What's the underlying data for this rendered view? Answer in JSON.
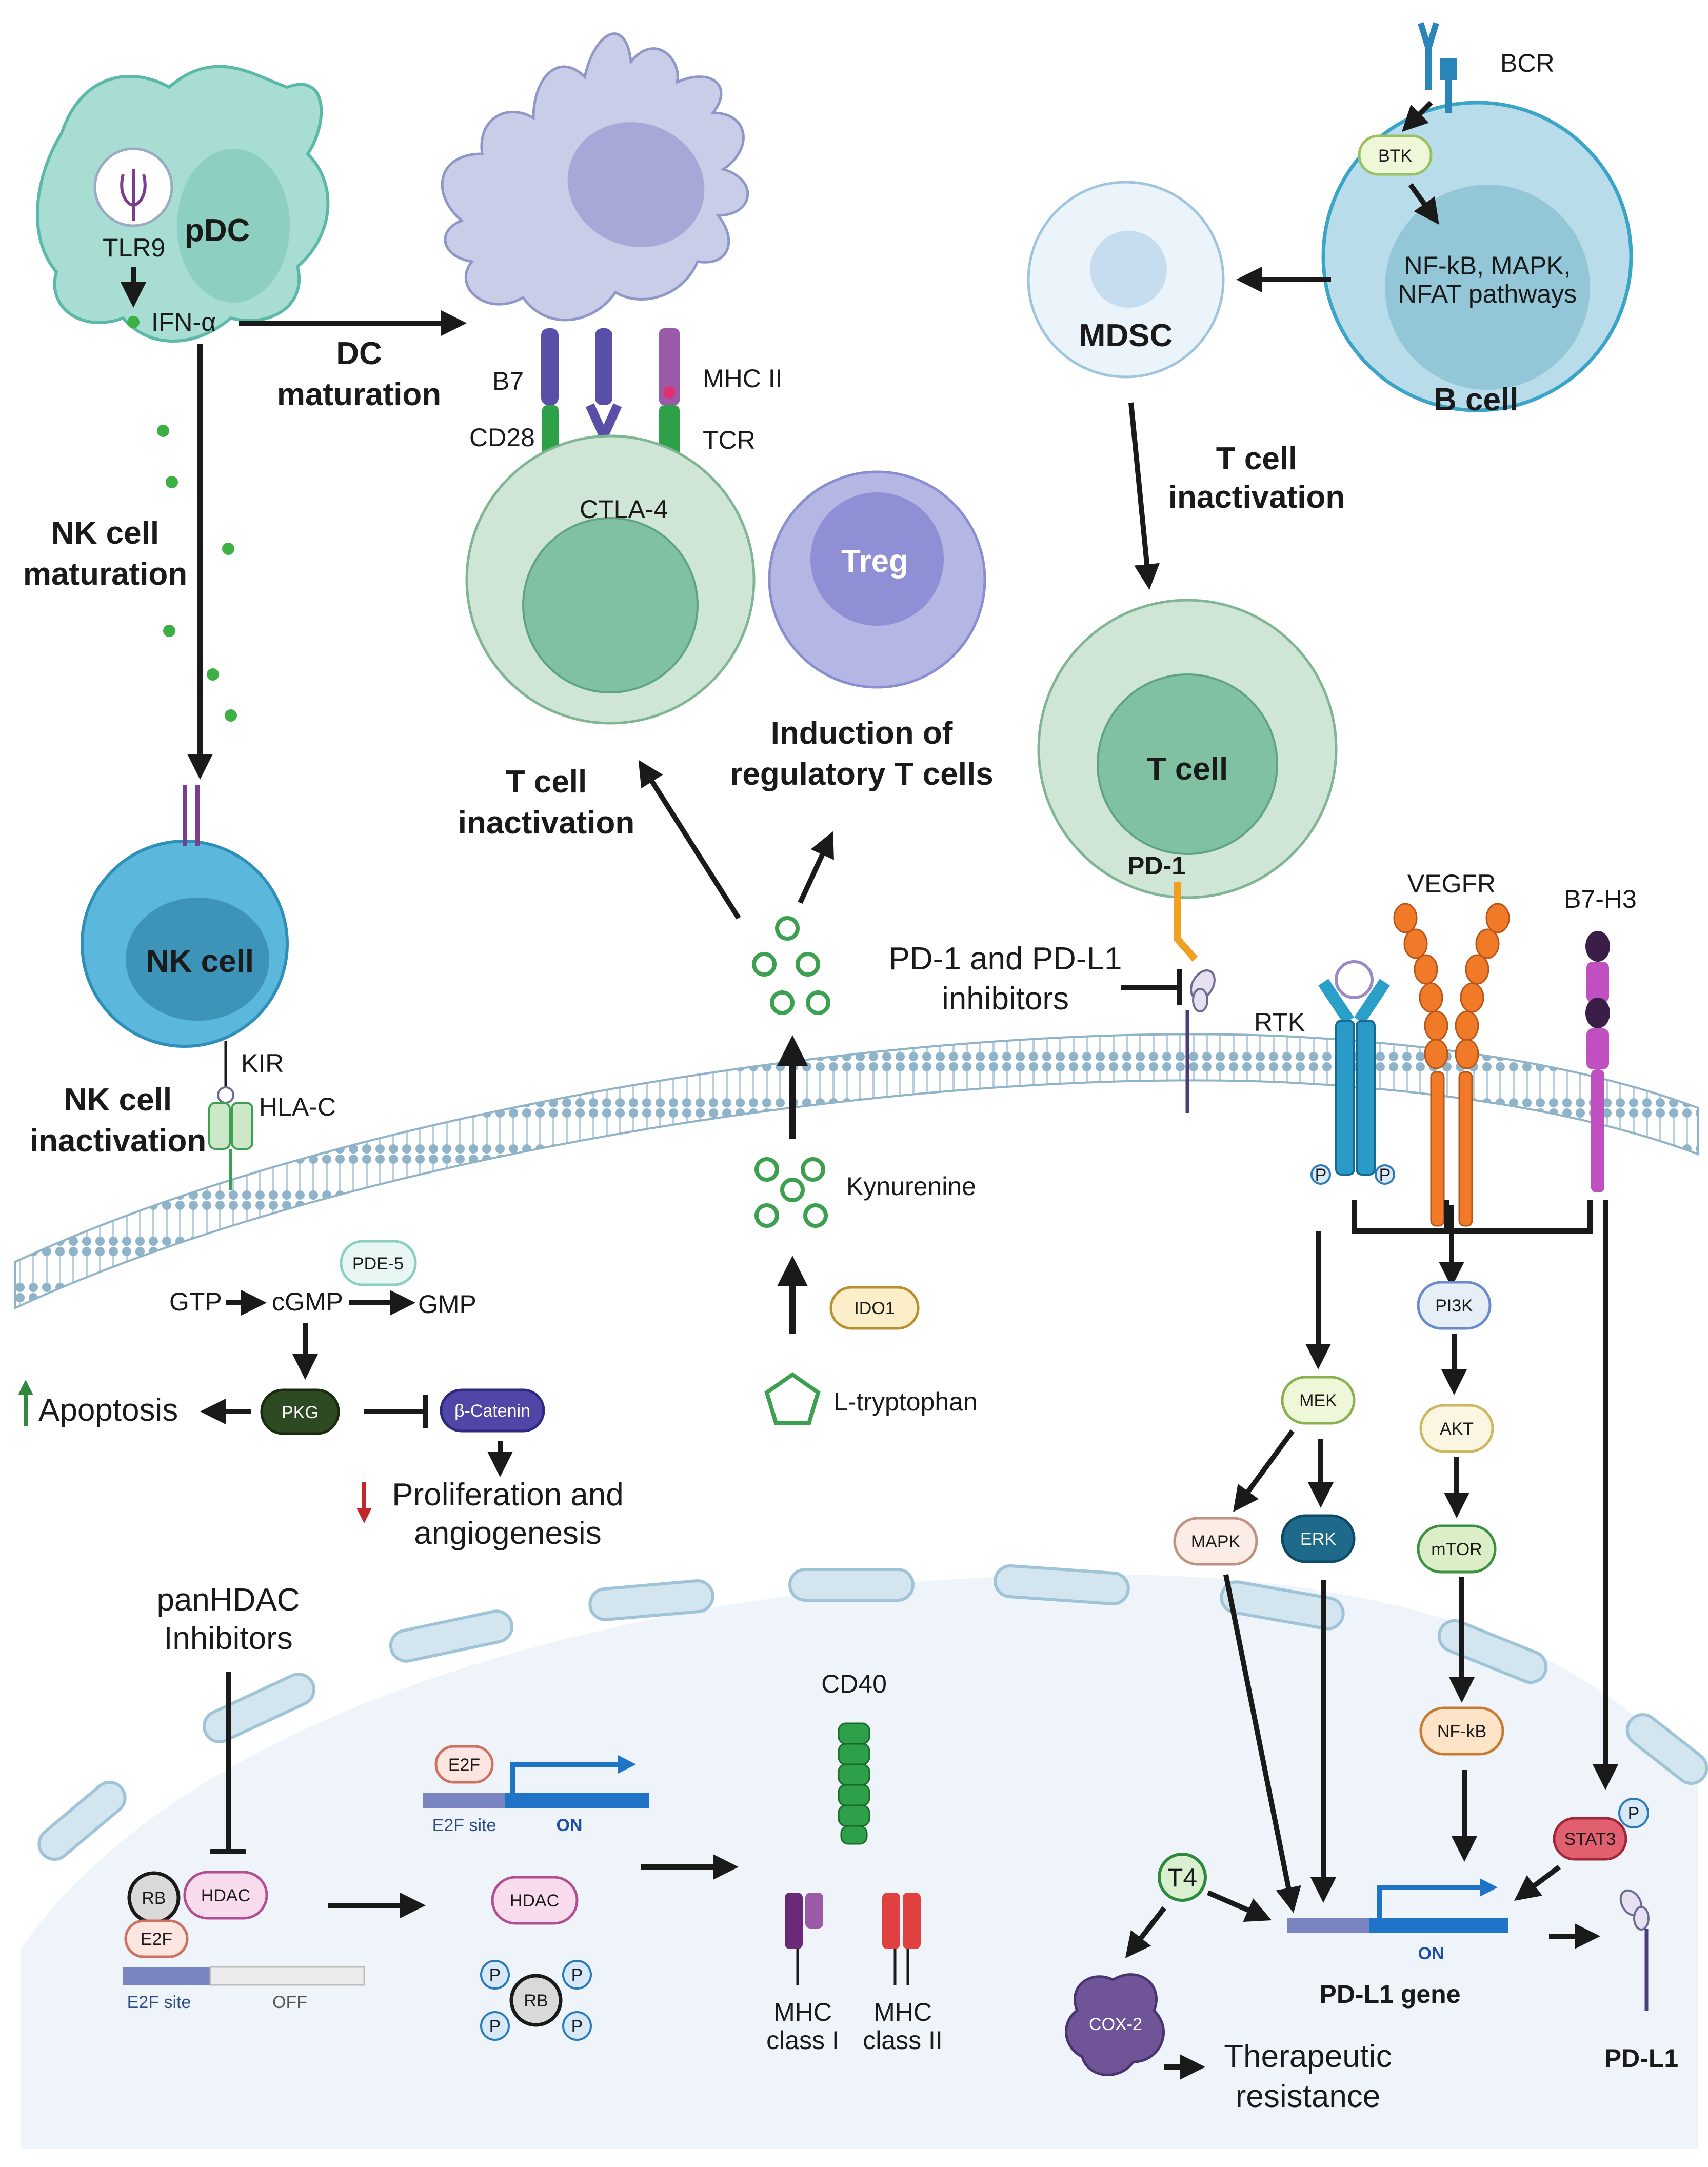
{
  "cells": {
    "pdc": "pDC",
    "b_cell": "B cell",
    "mdsc": "MDSC",
    "treg": "Treg",
    "t_cell_top": "T cell",
    "nk_cell": "NK cell"
  },
  "receptors": {
    "tlr9": "TLR9",
    "ifn": "IFN-α",
    "b7": "B7",
    "cd28": "CD28",
    "mhc2": "MHC II",
    "tcr": "TCR",
    "ctla4": "CTLA-4",
    "bcr": "BCR",
    "kir": "KIR",
    "hla_c": "HLA-C",
    "pd1": "PD-1",
    "rtk": "RTK",
    "vegfr": "VEGFR",
    "b7h3": "B7-H3",
    "cd40": "CD40",
    "pdl1": "PD-L1"
  },
  "processes": {
    "dc_maturation": [
      "DC",
      "maturation"
    ],
    "nk_maturation": [
      "NK cell",
      "maturation"
    ],
    "nk_inactivation": [
      "NK cell",
      "inactivation"
    ],
    "t_inactivation_left": [
      "T cell",
      "inactivation"
    ],
    "t_inactivation_right": [
      "T cell",
      "inactivation"
    ],
    "treg_induction": [
      "Induction of",
      "regulatory T cells"
    ],
    "pd_inhibitors": [
      "PD-1 and PD-L1",
      "inhibitors"
    ],
    "pan_hdac": [
      "panHDAC",
      "Inhibitors"
    ],
    "prolif": [
      "Proliferation and",
      "angiogenesis"
    ],
    "apoptosis": "Apoptosis",
    "therapeutic": [
      "Therapeutic",
      "resistance"
    ]
  },
  "pathway": {
    "btk": "BTK",
    "nfkb_pathways": [
      "NF-kB, MAPK,",
      "NFAT pathways"
    ],
    "gtp": "GTP",
    "cgmp": "cGMP",
    "gmp": "GMP",
    "pde5": "PDE-5",
    "pkg": "PKG",
    "beta_catenin": "β-Catenin",
    "kynurenine": "Kynurenine",
    "ido1": "IDO1",
    "l_trp": "L-tryptophan",
    "pi3k": "PI3K",
    "akt": "AKT",
    "mtor": "mTOR",
    "nfkb": "NF-kB",
    "mek": "MEK",
    "mapk": "MAPK",
    "erk": "ERK",
    "stat3": "STAT3",
    "t4": "T4",
    "cox2": "COX-2",
    "p": "P"
  },
  "nucleus": {
    "rb": "RB",
    "hdac": "HDAC",
    "e2f": "E2F",
    "e2f_site": "E2F site",
    "off": "OFF",
    "on": "ON",
    "mhc1": [
      "MHC",
      "class I"
    ],
    "mhc2": [
      "MHC",
      "class II"
    ],
    "pdl1_gene": "PD-L1 gene"
  },
  "colors": {
    "membrane": "#a9c6d6",
    "tcell": "#cfe5d6",
    "tcell_nucleus": "#7fc1a0",
    "dc": "#c9cde8",
    "treg": "#b4b6e4",
    "bcell": "#b9dcea",
    "pdc": "#a8ddd3",
    "nk": "#5bb7db",
    "nucleus_bg": "#eef4fa"
  }
}
